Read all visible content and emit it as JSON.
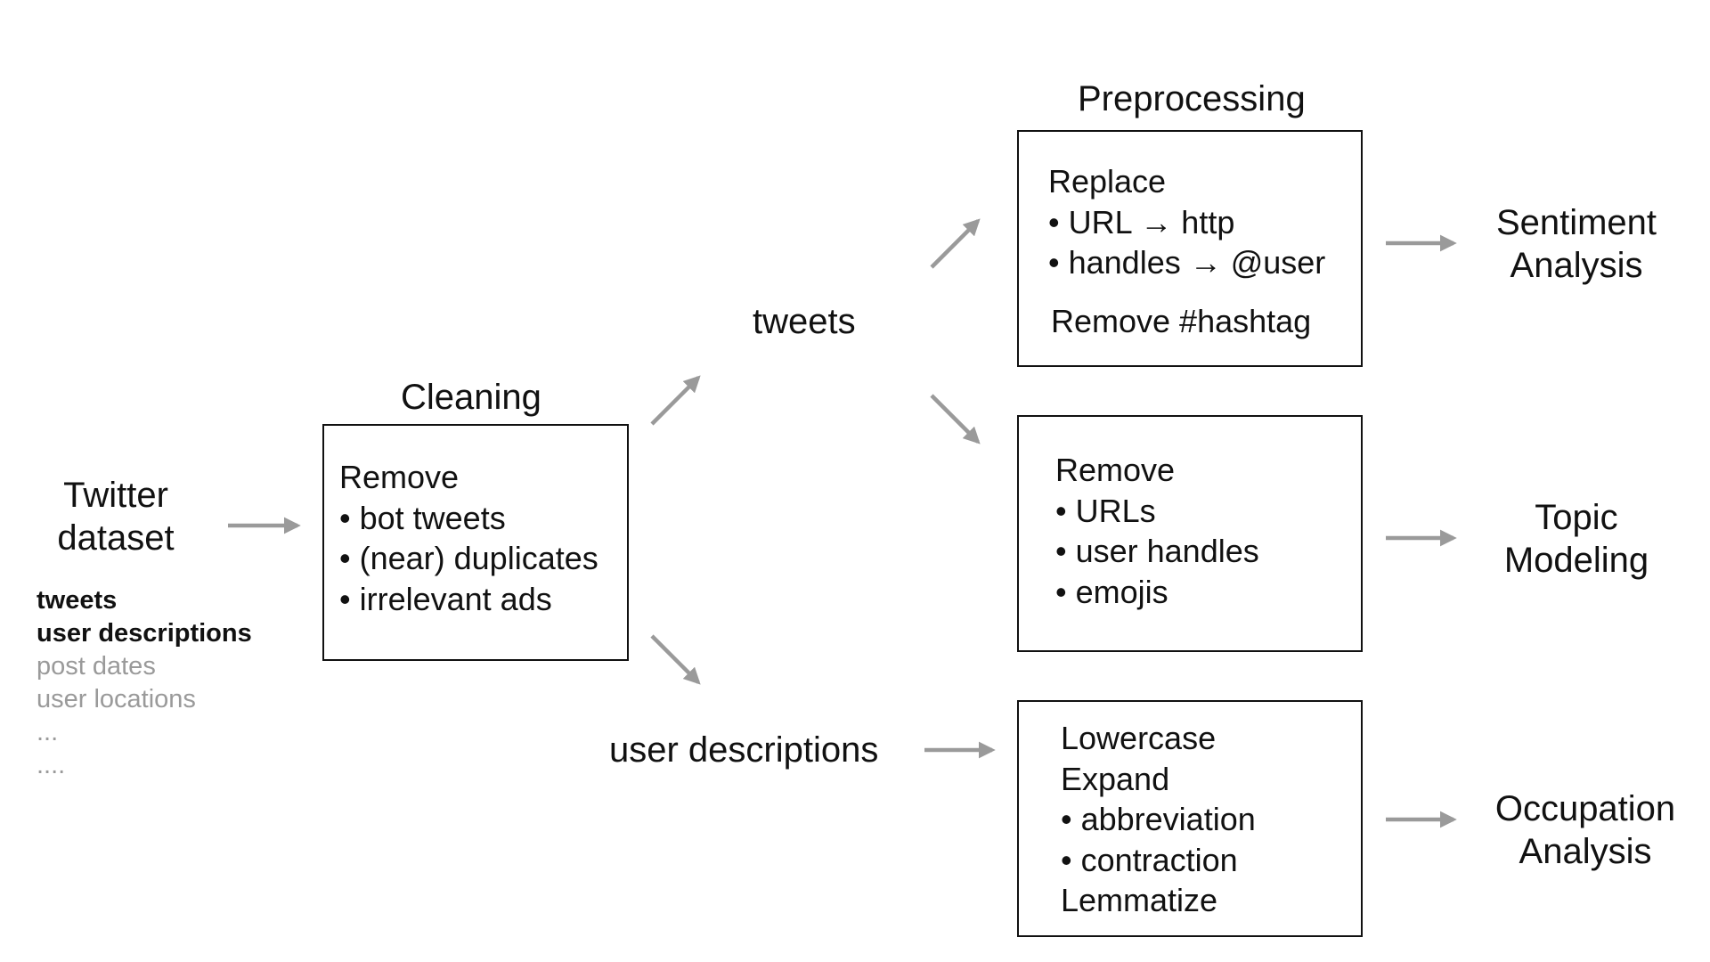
{
  "colors": {
    "text": "#111111",
    "arrow": "#9a9a9a",
    "muted": "#9a9a9a",
    "background": "#ffffff"
  },
  "source": {
    "title_line1": "Twitter",
    "title_line2": "dataset",
    "fields": [
      "tweets",
      "user descriptions",
      "post dates",
      "user locations",
      "...",
      "...."
    ],
    "emphasized_fields": [
      "tweets",
      "user descriptions"
    ]
  },
  "cleaning": {
    "title": "Cleaning",
    "heading": "Remove",
    "items": [
      "bot tweets",
      "(near) duplicates",
      "irrelevant ads"
    ]
  },
  "branches": {
    "tweets": "tweets",
    "user_descriptions": "user descriptions"
  },
  "preprocessing": {
    "title": "Preprocessing",
    "sentiment_box": {
      "heading": "Replace",
      "items": [
        "URL → http",
        "handles → @user"
      ],
      "footer": "Remove #hashtag"
    },
    "topic_box": {
      "heading": "Remove",
      "items": [
        "URLs",
        "user handles",
        "emojis"
      ]
    },
    "occupation_box": {
      "heading1": "Lowercase",
      "heading2": "Expand",
      "items": [
        "abbreviation",
        "contraction"
      ],
      "footer": "Lemmatize"
    }
  },
  "outputs": {
    "sentiment": [
      "Sentiment",
      "Analysis"
    ],
    "topic": [
      "Topic",
      "Modeling"
    ],
    "occupation": [
      "Occupation",
      "Analysis"
    ]
  }
}
